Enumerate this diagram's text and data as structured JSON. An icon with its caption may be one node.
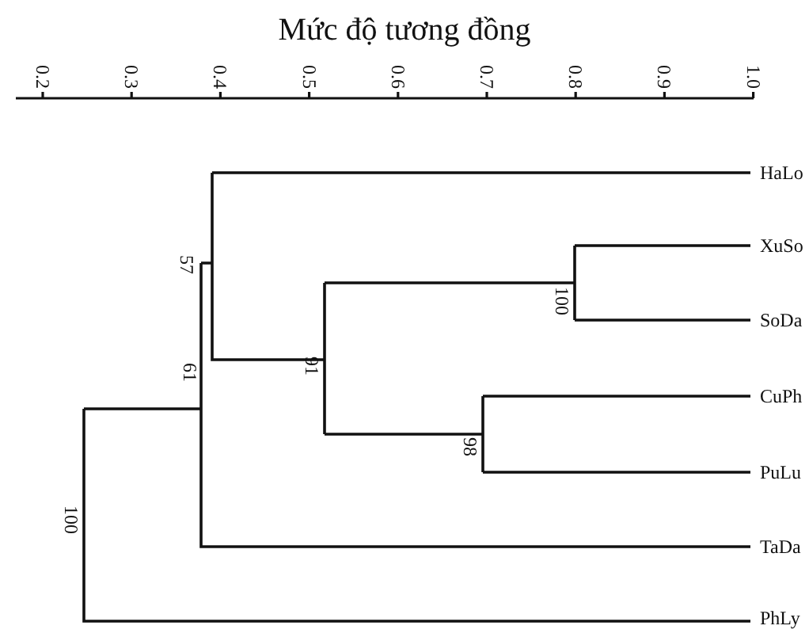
{
  "diagram": {
    "title": "Mức độ tương đồng",
    "labels": [
      "0.2",
      "0.3",
      "0.4",
      "0.5",
      "0.6",
      "0.7",
      "0.8",
      "0.9",
      "1.0",
      "HaLo",
      "57",
      "XuSo",
      "100",
      "SoDa",
      "91",
      "CuPh",
      "61",
      "98",
      "PuLu",
      "100",
      "TaDa",
      "PhLy"
    ]
  }
}
